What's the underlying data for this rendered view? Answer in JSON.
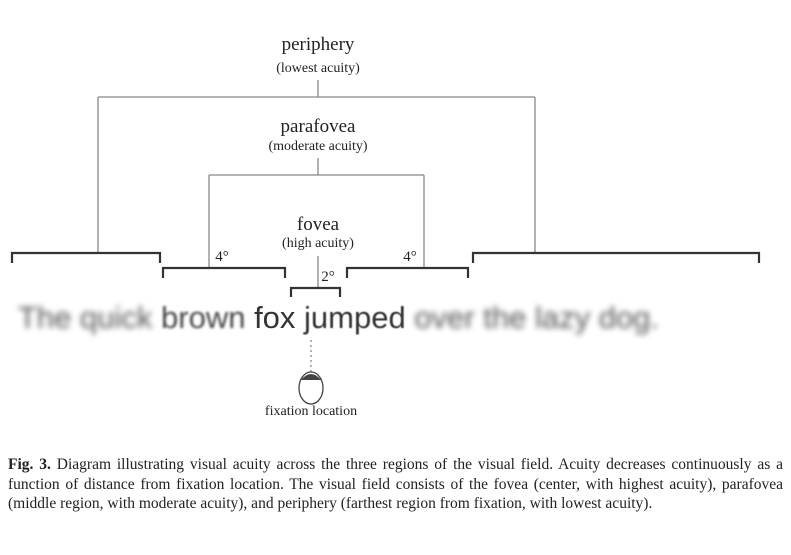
{
  "diagram": {
    "periphery": {
      "title": "periphery",
      "subtitle": "(lowest acuity)"
    },
    "parafovea": {
      "title": "parafovea",
      "subtitle": "(moderate acuity)"
    },
    "fovea": {
      "title": "fovea",
      "subtitle": "(high acuity)"
    },
    "angle_left": "4°",
    "angle_right": "4°",
    "angle_fovea": "2°",
    "sentence": {
      "far_left": "The quick ",
      "near_left": "brown ",
      "center": "fox",
      "near_right": " jumped",
      "far_right": " over the lazy dog."
    },
    "fixation_label": "fixation location"
  },
  "caption": {
    "label": "Fig. 3.",
    "text": " Diagram illustrating visual acuity across the three regions of the visual field. Acuity decreases continuously as a function of distance from fixation location. The visual field consists of the fovea (center, with highest acuity), parafovea (middle region, with moderate acuity), and periphery (farthest region from fixation, with lowest acuity)."
  }
}
